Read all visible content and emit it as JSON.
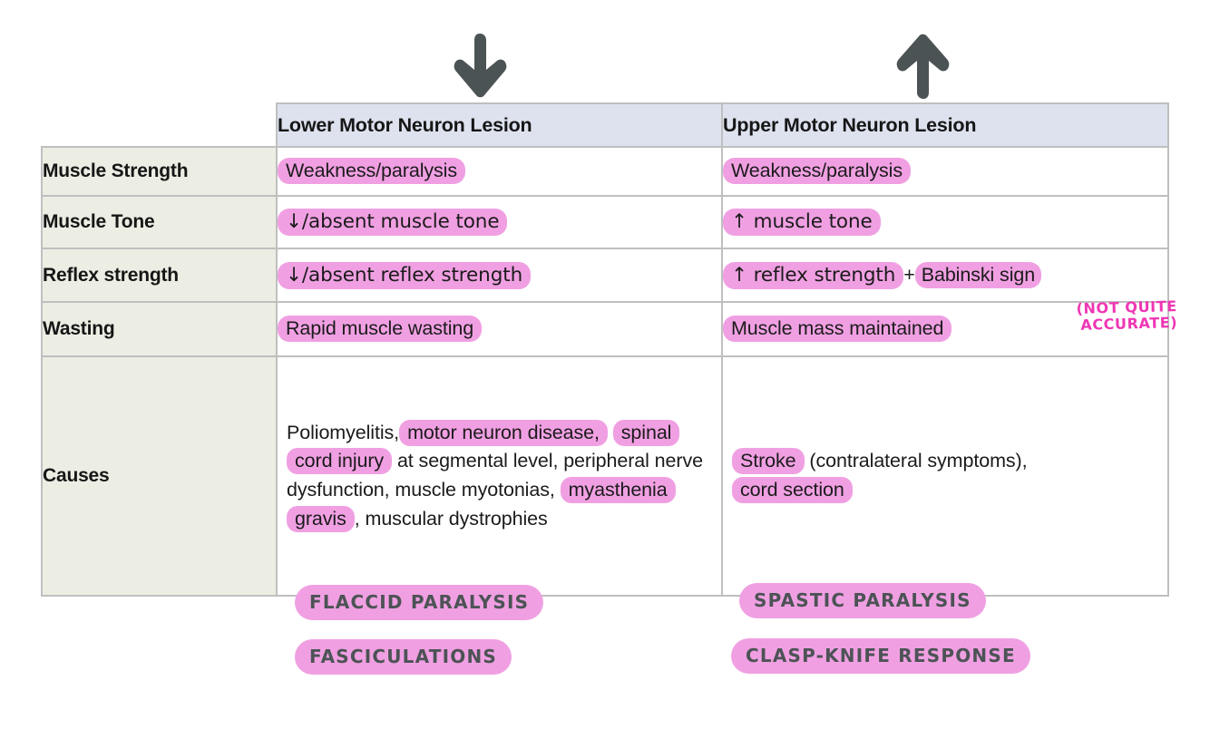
{
  "arrows": {
    "down": {
      "icon": "arrow-down-icon",
      "meaning": "decreased",
      "color": "#4c5355"
    },
    "up": {
      "icon": "arrow-up-icon",
      "meaning": "increased",
      "color": "#4c5355"
    }
  },
  "table": {
    "corner_label": "",
    "headers": [
      "Lower Motor Neuron Lesion",
      "Upper Motor Neuron Lesion"
    ],
    "rows": [
      {
        "label": "Muscle Strength",
        "lmn": "Weakness/paralysis",
        "umn": "Weakness/paralysis"
      },
      {
        "label": "Muscle Tone",
        "lmn": "↓/absent muscle tone",
        "umn": "↑ muscle tone"
      },
      {
        "label": "Reflex strength",
        "lmn": "↓/absent reflex strength",
        "umn_part1": "↑ reflex strength",
        "umn_plus": "+",
        "umn_part2": "Babinski sign"
      },
      {
        "label": "Wasting",
        "lmn": "Rapid muscle wasting",
        "umn": "Muscle mass maintained",
        "umn_note": "(NOT QUITE\nACCURATE)"
      },
      {
        "label": "Causes",
        "lmn_segments": [
          {
            "text": "Poliomyelitis,",
            "highlight": false
          },
          {
            "text": "motor neuron disease,",
            "highlight": true
          },
          {
            "text": "spinal cord injury",
            "highlight": true
          },
          {
            "text": "at segmental level, peripheral nerve dysfunction, muscle myotonias,",
            "highlight": false
          },
          {
            "text": "myasthenia gravis",
            "highlight": true
          },
          {
            "text": ", muscular dystrophies",
            "highlight": false
          }
        ],
        "umn_segments": [
          {
            "text": "Stroke",
            "highlight": true
          },
          {
            "text": "(contralateral symptoms),",
            "highlight": false
          },
          {
            "text": "cord section",
            "highlight": true
          }
        ]
      }
    ]
  },
  "annotations": {
    "lmn": [
      "FLACCID   PARALYSIS",
      "FASCICULATIONS"
    ],
    "umn": [
      "SPASTIC   PARALYSIS",
      "CLASP-KNIFE   RESPONSE"
    ]
  },
  "colors": {
    "highlight_pink": "#f0a0e2",
    "header_blue": "#dde2ee",
    "label_beige": "#eceee4",
    "border_gray": "#bfbfbf",
    "arrow_gray": "#4c5355",
    "handwriting_magenta": "#ef36b4",
    "handwriting_gray": "#4c5355"
  }
}
